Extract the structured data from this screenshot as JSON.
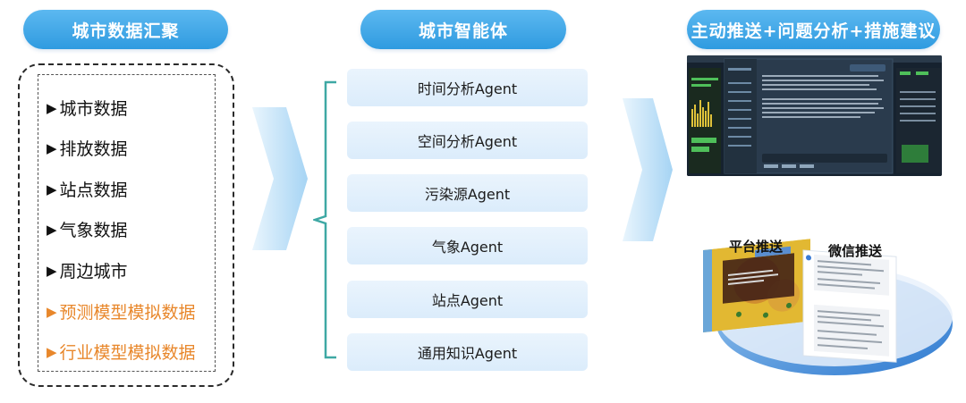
{
  "headers": {
    "city_data": "城市数据汇聚",
    "agent": "城市智能体",
    "output": "主动推送+问题分析+措施建议"
  },
  "data_items": [
    {
      "label": "城市数据",
      "highlight": false
    },
    {
      "label": "排放数据",
      "highlight": false
    },
    {
      "label": "站点数据",
      "highlight": false
    },
    {
      "label": "气象数据",
      "highlight": false
    },
    {
      "label": "周边城市",
      "highlight": false
    },
    {
      "label": "预测模型模拟数据",
      "highlight": true
    },
    {
      "label": "行业模型模拟数据",
      "highlight": true
    }
  ],
  "agents": [
    "时间分析Agent",
    "空间分析Agent",
    "污染源Agent",
    "气象Agent",
    "站点Agent",
    "通用知识Agent"
  ],
  "push": {
    "platform": "平台推送",
    "wechat": "微信推送"
  },
  "colors": {
    "header_blue": "#2f9be0",
    "agent_bg": "#dbecfb",
    "highlight_orange": "#e8872b",
    "arrow_blue": "#a9d6f5",
    "bracket_teal": "#3ea8a4"
  },
  "icons": {
    "bullet": "triangle-right-icon",
    "flow_arrow": "chevron-arrow-icon"
  }
}
